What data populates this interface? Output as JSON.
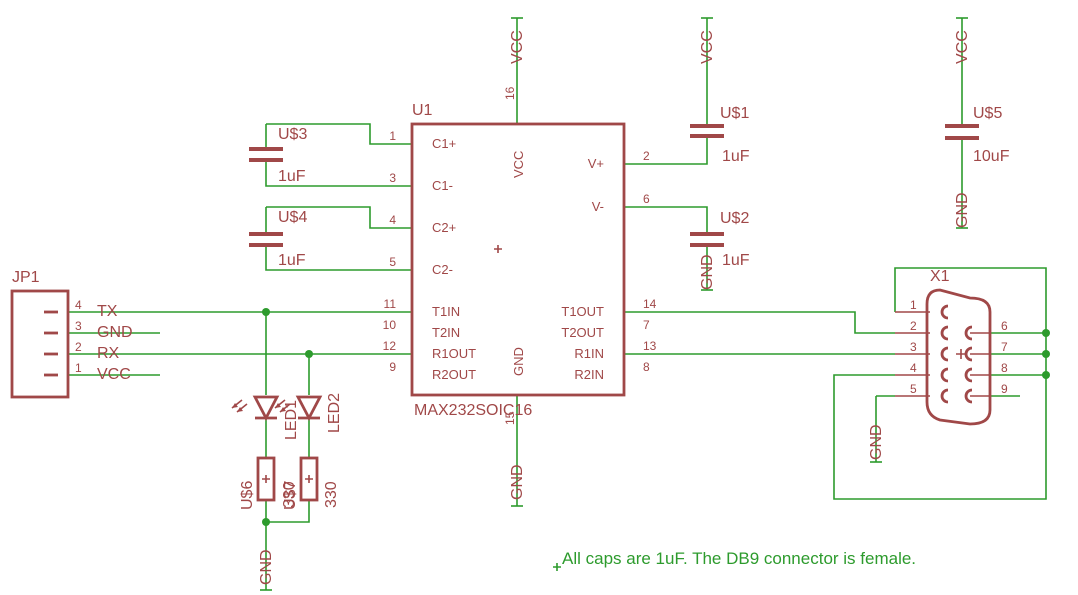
{
  "parts": {
    "u1": {
      "name": "U1",
      "value": "MAX232SOIC16",
      "left_pins": [
        {
          "num": "1",
          "label": "C1+"
        },
        {
          "num": "3",
          "label": "C1-"
        },
        {
          "num": "4",
          "label": "C2+"
        },
        {
          "num": "5",
          "label": "C2-"
        },
        {
          "num": "11",
          "label": "T1IN"
        },
        {
          "num": "10",
          "label": "T2IN"
        },
        {
          "num": "12",
          "label": "R1OUT"
        },
        {
          "num": "9",
          "label": "R2OUT"
        }
      ],
      "right_pins": [
        {
          "num": "2",
          "label": "V+"
        },
        {
          "num": "6",
          "label": "V-"
        },
        {
          "num": "14",
          "label": "T1OUT"
        },
        {
          "num": "7",
          "label": "T2OUT"
        },
        {
          "num": "13",
          "label": "R1IN"
        },
        {
          "num": "8",
          "label": "R2IN"
        }
      ],
      "vcc_pin": {
        "num": "16",
        "label": "VCC"
      },
      "gnd_pin": {
        "num": "15",
        "label": "GND"
      }
    },
    "us1": {
      "name": "U$1",
      "value": "1uF"
    },
    "us2": {
      "name": "U$2",
      "value": "1uF"
    },
    "us3": {
      "name": "U$3",
      "value": "1uF"
    },
    "us4": {
      "name": "U$4",
      "value": "1uF"
    },
    "us5": {
      "name": "U$5",
      "value": "10uF"
    },
    "us6": {
      "name": "U$6",
      "value": "330"
    },
    "us7": {
      "name": "U$7",
      "value": "330"
    },
    "led1": {
      "name": "LED1"
    },
    "led2": {
      "name": "LED2"
    },
    "jp1": {
      "name": "JP1",
      "pins": [
        {
          "num": "4",
          "label": "TX"
        },
        {
          "num": "3",
          "label": "GND"
        },
        {
          "num": "2",
          "label": "RX"
        },
        {
          "num": "1",
          "label": "VCC"
        }
      ]
    },
    "x1": {
      "name": "X1",
      "pins_left": [
        "1",
        "2",
        "3",
        "4",
        "5"
      ],
      "pins_right": [
        "6",
        "7",
        "8",
        "9"
      ]
    }
  },
  "supplies": {
    "vcc": "VCC",
    "gnd": "GND"
  },
  "note": "All caps are 1uF. The DB9 connector is female."
}
